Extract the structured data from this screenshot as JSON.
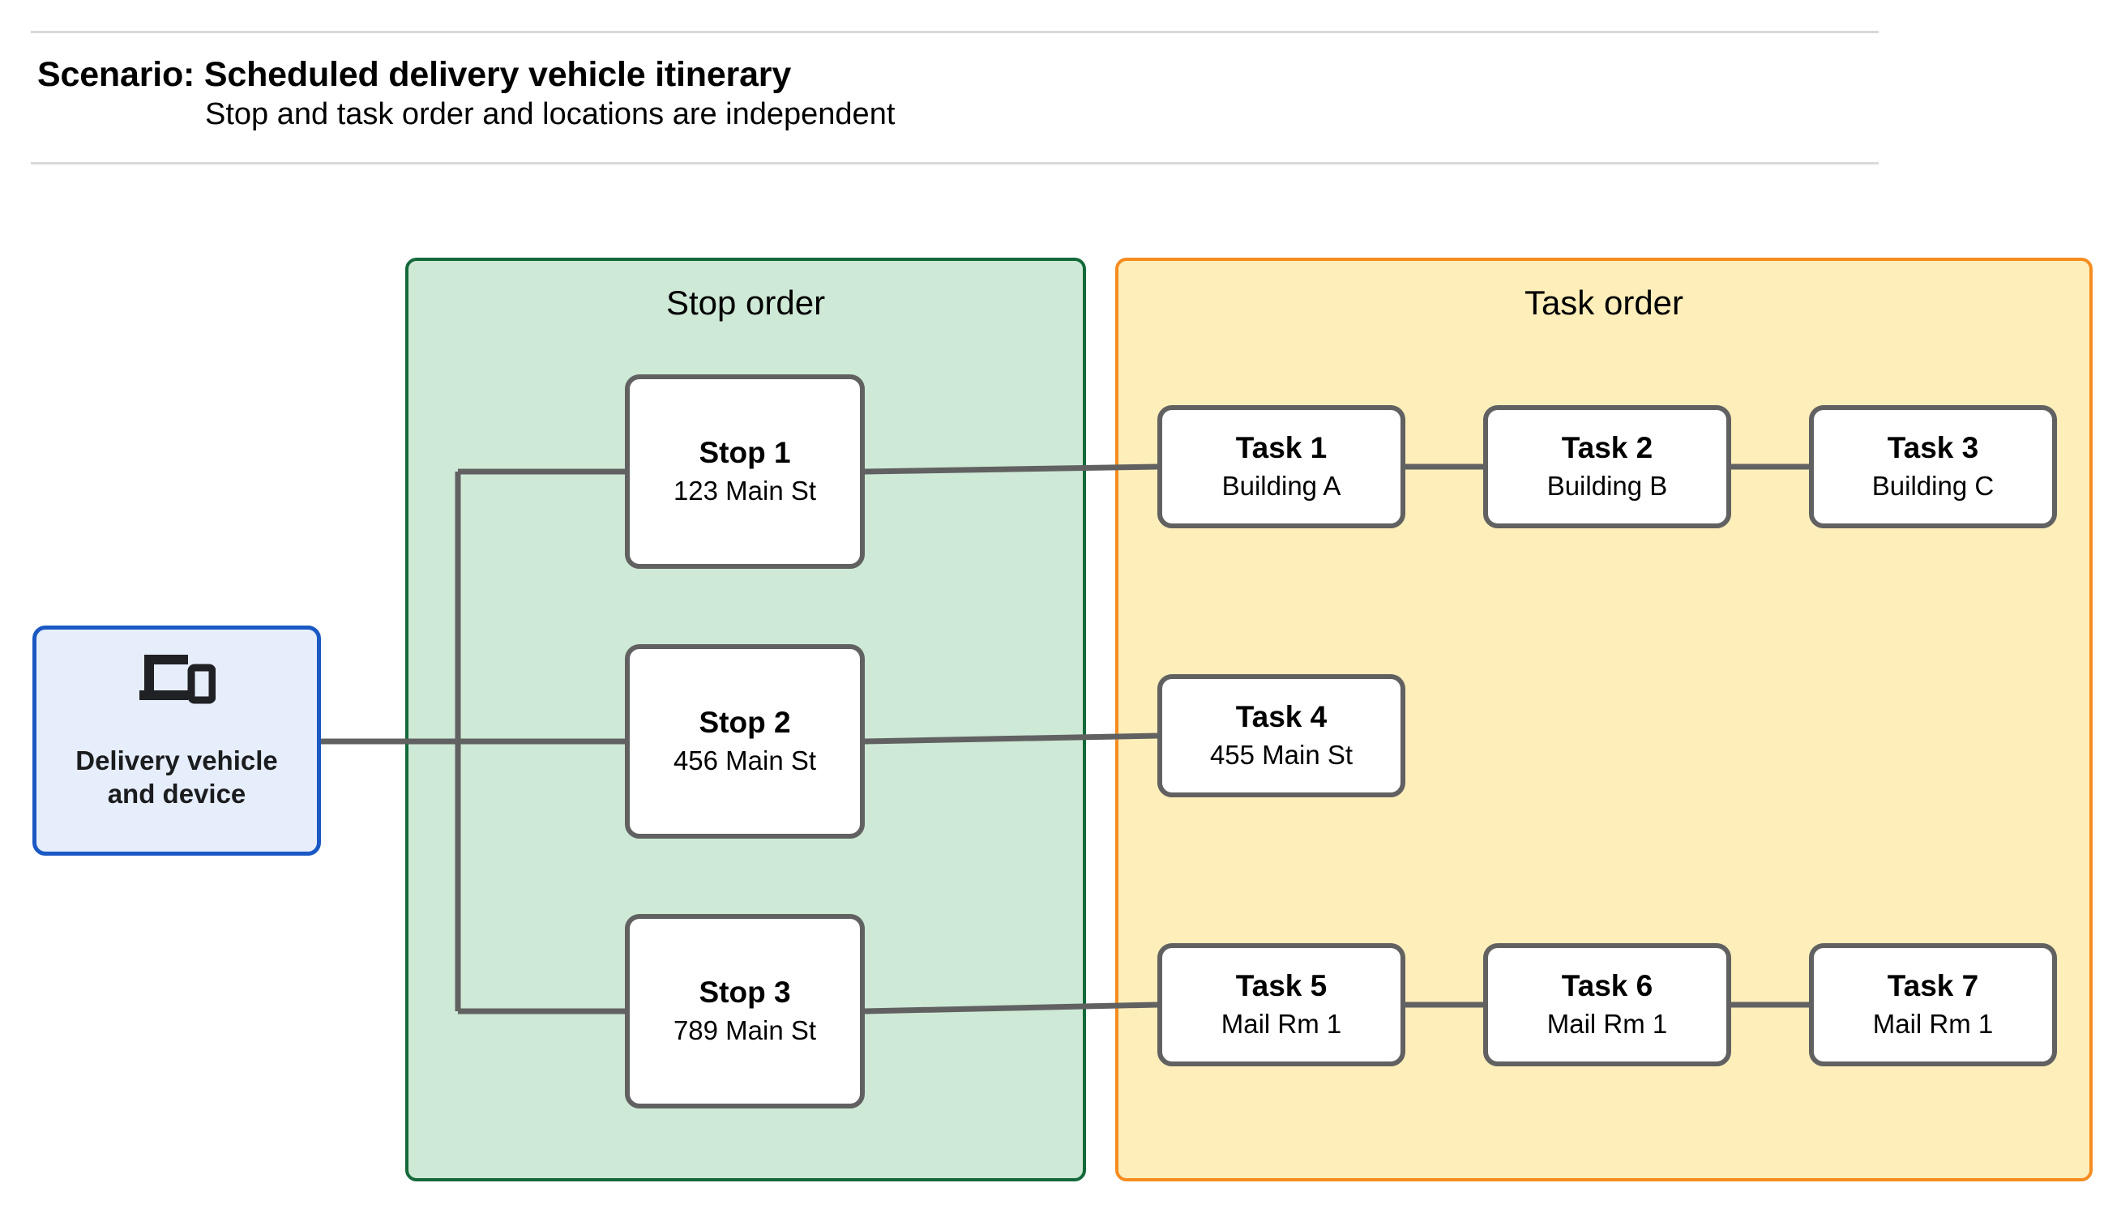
{
  "header": {
    "title": "Scenario: Scheduled delivery vehicle itinerary",
    "subtitle": "Stop and task order and locations are independent"
  },
  "vehicle": {
    "icon": "devices-icon",
    "label": "Delivery vehicle\nand device",
    "border_color": "#1a59c4",
    "fill_color": "#e6edfb"
  },
  "stop_panel": {
    "title": "Stop order",
    "border_color": "#13693a",
    "fill_color": "#cee9d6",
    "stops": [
      {
        "name": "Stop 1",
        "location": "123 Main St"
      },
      {
        "name": "Stop 2",
        "location": "456 Main St"
      },
      {
        "name": "Stop 3",
        "location": "789 Main St"
      }
    ]
  },
  "task_panel": {
    "title": "Task order",
    "border_color": "#f68c1f",
    "fill_color": "#fdeeba",
    "rows": [
      {
        "tasks": [
          {
            "name": "Task 1",
            "location": "Building A"
          },
          {
            "name": "Task 2",
            "location": "Building B"
          },
          {
            "name": "Task 3",
            "location": "Building C"
          }
        ]
      },
      {
        "tasks": [
          {
            "name": "Task 4",
            "location": "455 Main St"
          }
        ]
      },
      {
        "tasks": [
          {
            "name": "Task 5",
            "location": "Mail Rm 1"
          },
          {
            "name": "Task 6",
            "location": "Mail Rm 1"
          },
          {
            "name": "Task 7",
            "location": "Mail Rm 1"
          }
        ]
      }
    ]
  },
  "connector_color": "#616161",
  "node_border_color": "#616161",
  "divider_color": "#d8dada"
}
